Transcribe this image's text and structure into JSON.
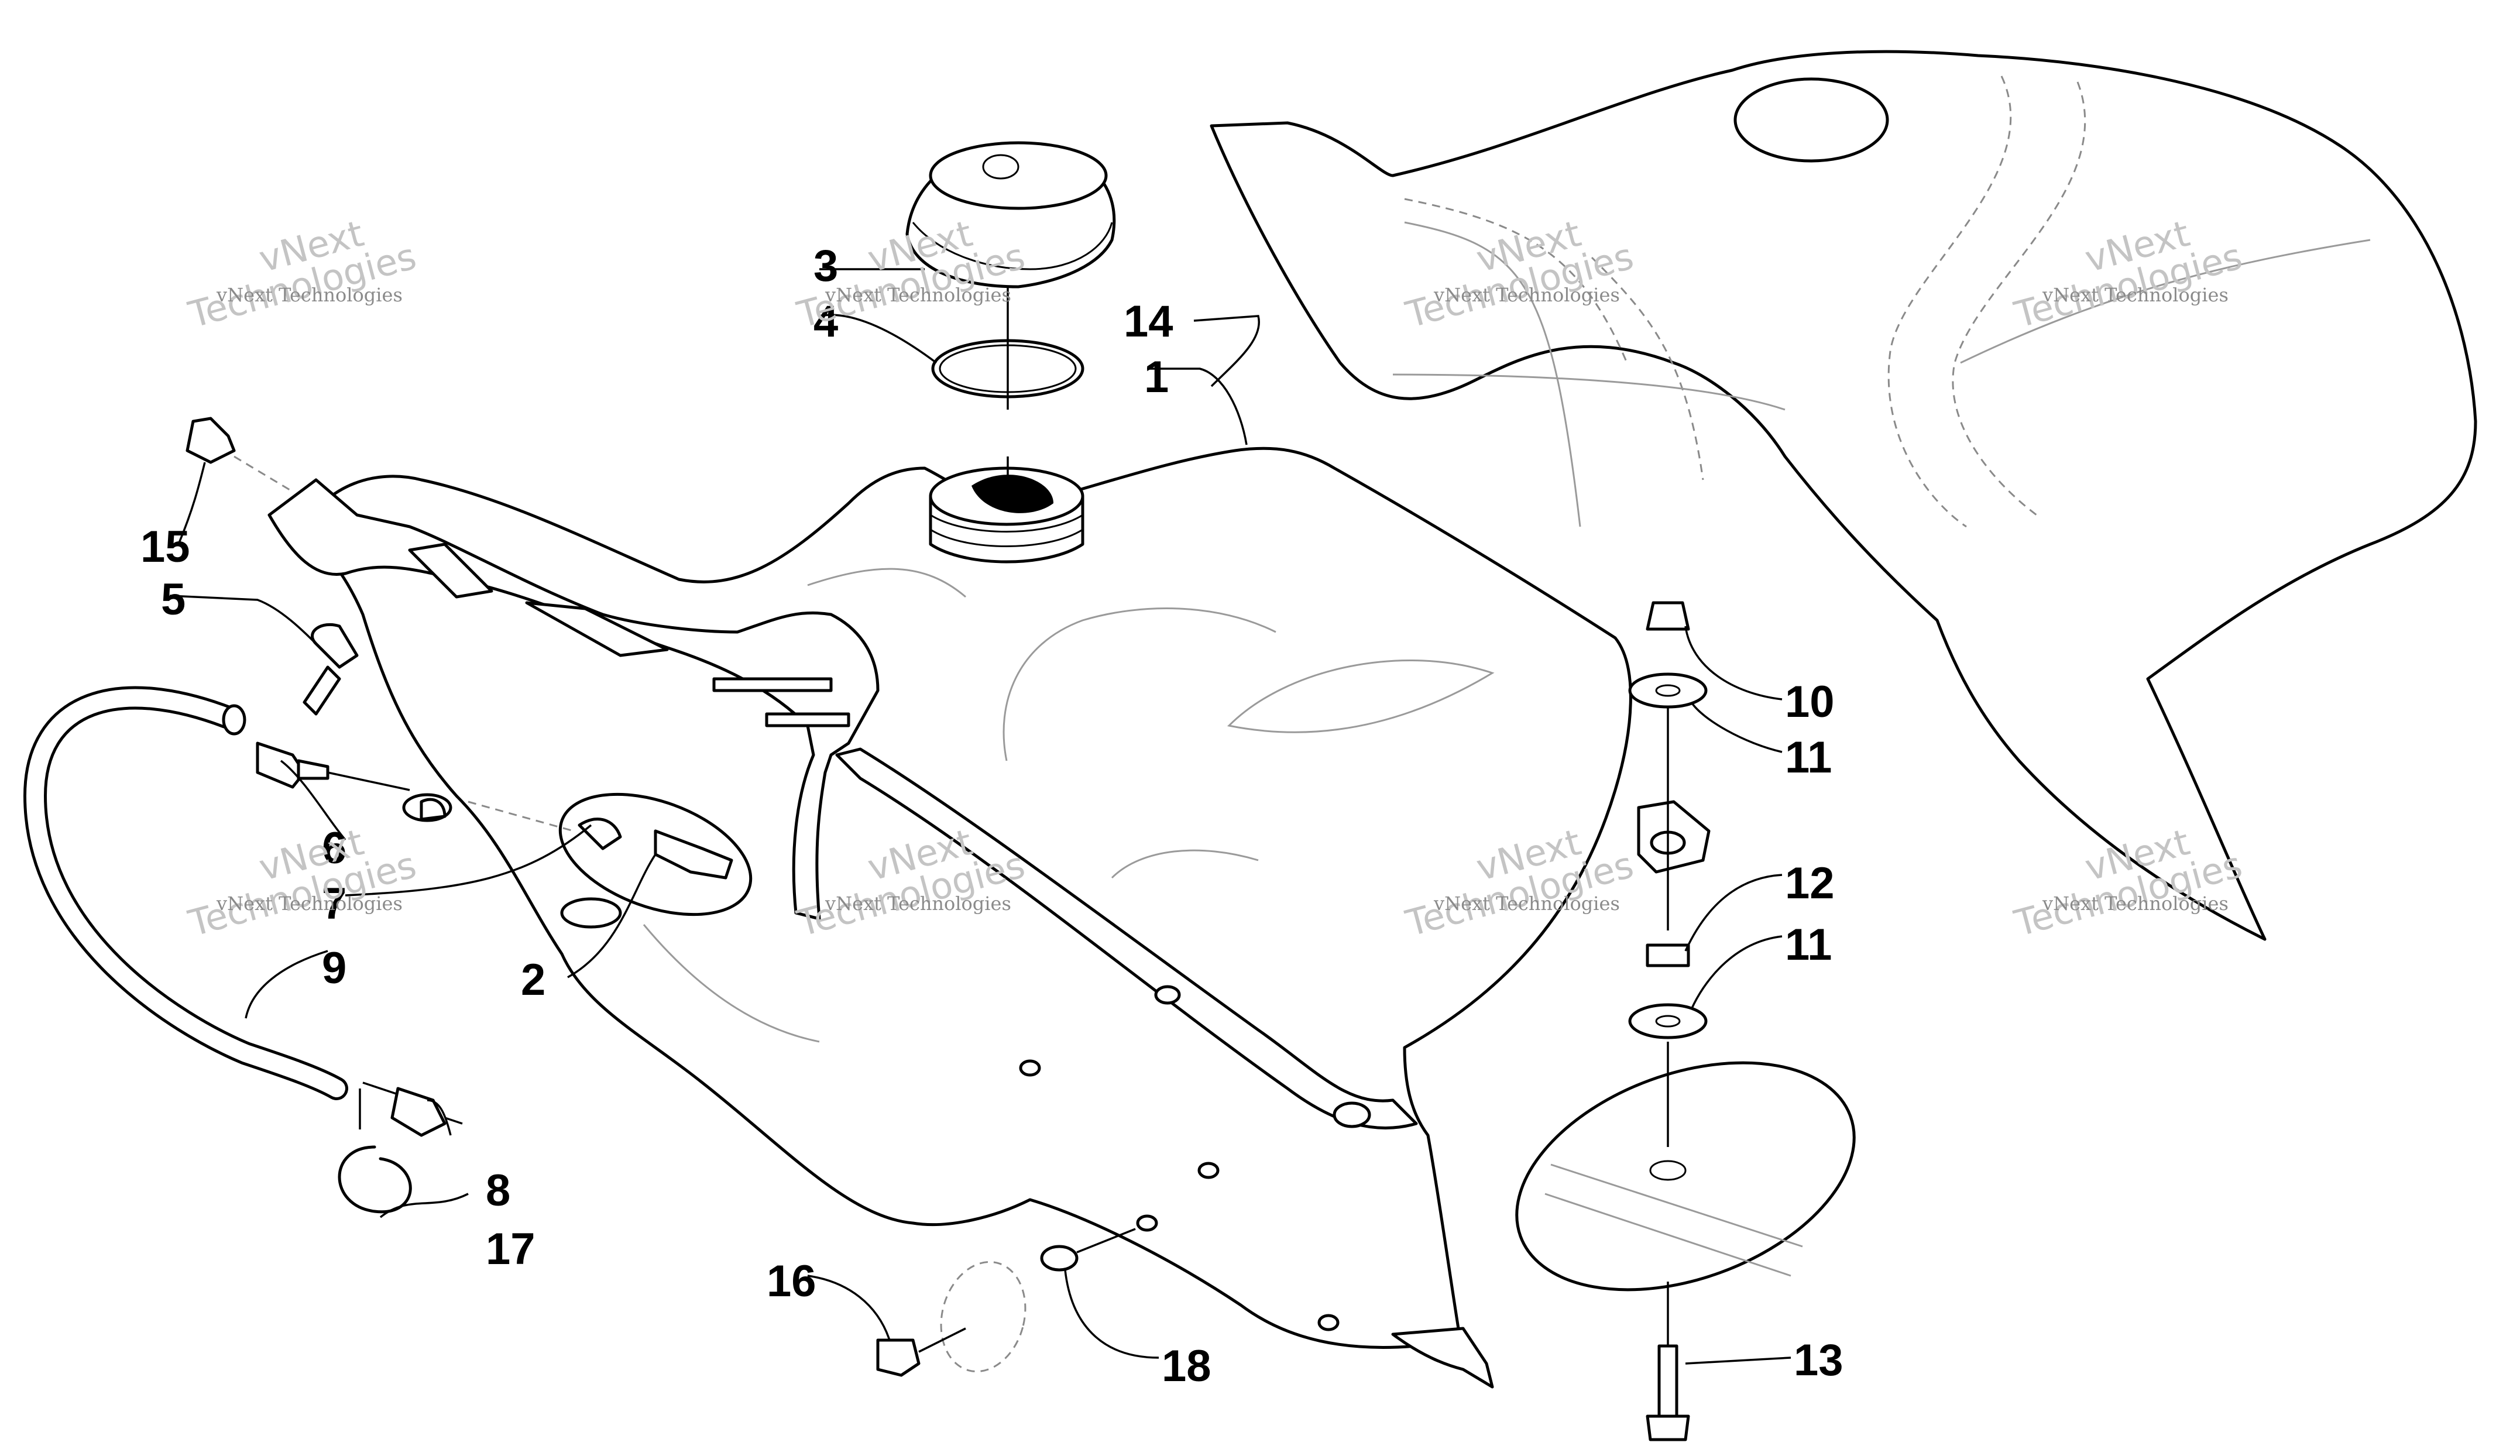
{
  "watermark": {
    "line1": "vNext",
    "line2": "Technologies",
    "caption": "vNext Technologies"
  },
  "callouts": [
    {
      "id": "c1",
      "text": "1"
    },
    {
      "id": "c2",
      "text": "2"
    },
    {
      "id": "c3",
      "text": "3"
    },
    {
      "id": "c4",
      "text": "4"
    },
    {
      "id": "c5",
      "text": "5"
    },
    {
      "id": "c6",
      "text": "6"
    },
    {
      "id": "c7",
      "text": "7"
    },
    {
      "id": "c8",
      "text": "8"
    },
    {
      "id": "c9",
      "text": "9"
    },
    {
      "id": "c10",
      "text": "10"
    },
    {
      "id": "c11a",
      "text": "11"
    },
    {
      "id": "c11b",
      "text": "11"
    },
    {
      "id": "c12",
      "text": "12"
    },
    {
      "id": "c13",
      "text": "13"
    },
    {
      "id": "c14",
      "text": "14"
    },
    {
      "id": "c15",
      "text": "15"
    },
    {
      "id": "c16",
      "text": "16"
    },
    {
      "id": "c17",
      "text": "17"
    },
    {
      "id": "c18",
      "text": "18"
    }
  ]
}
